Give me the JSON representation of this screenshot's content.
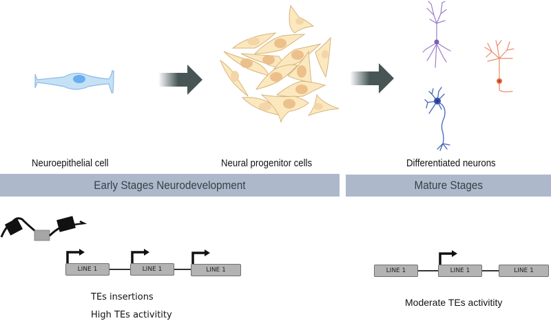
{
  "stages": {
    "neuroepithelial": {
      "label": "Neuroepithelial cell",
      "colors": {
        "body": "#c4e2f6",
        "outline": "#8fb8e6",
        "nucleus": "#6aaef0"
      }
    },
    "progenitor": {
      "label": "Neural progenitor cells",
      "colors": {
        "body": "#fbe8bf",
        "outline": "#d7b37a",
        "nucleus": "#ecc08a"
      }
    },
    "differentiated": {
      "label": "Differentiated neurons",
      "colors": {
        "purple": "#9a7cc8",
        "blue": "#4463b8",
        "orange": "#ec8a66"
      }
    }
  },
  "arrows": {
    "color": "#475555"
  },
  "bands": {
    "early": {
      "label": "Early Stages Neurodevelopment",
      "color": "#adb9cb"
    },
    "mature": {
      "label": "Mature Stages",
      "color": "#adb9cb"
    }
  },
  "early_elements": {
    "boxes": [
      "LINE 1",
      "LINE 1",
      "LINE 1"
    ],
    "active_promoters": [
      true,
      true,
      true
    ],
    "captions": [
      "TEs insertions",
      "High TEs activitity"
    ]
  },
  "mature_elements": {
    "boxes": [
      "LINE 1",
      "LINE 1",
      "LINE 1"
    ],
    "active_promoters": [
      false,
      true,
      false
    ],
    "captions": [
      "Moderate  TEs activitity"
    ]
  }
}
